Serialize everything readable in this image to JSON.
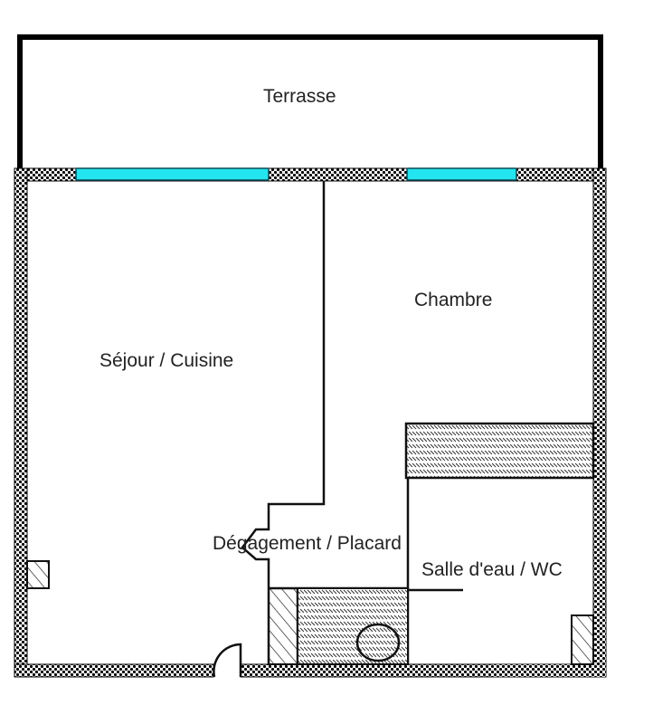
{
  "plan": {
    "rooms": [
      {
        "id": "terrasse",
        "label": "Terrasse"
      },
      {
        "id": "sejour",
        "label": "Séjour / Cuisine"
      },
      {
        "id": "chambre",
        "label": "Chambre"
      },
      {
        "id": "degagement",
        "label": "Dégagement / Placard"
      },
      {
        "id": "salle_eau",
        "label": "Salle d'eau / WC"
      }
    ],
    "colors": {
      "wall": "#000000",
      "window": "#22e5f0",
      "background": "#ffffff",
      "text": "#222222"
    }
  }
}
